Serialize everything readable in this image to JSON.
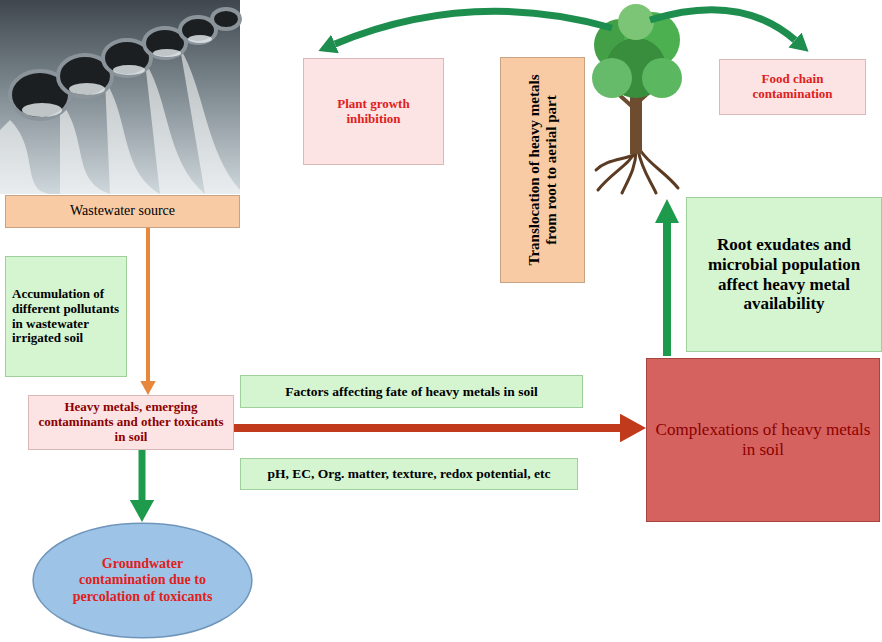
{
  "diagram": {
    "nodes": [
      {
        "text": [
          "Wastewater source"
        ]
      },
      {
        "text": [
          "Plant growth inhibition"
        ]
      },
      {
        "text": [
          "Translocation of heavy metals from root to aerial part"
        ]
      },
      {
        "text": [
          "Food chain contamination"
        ]
      },
      {
        "text": [
          "Root exudates and microbial population affect heavy metal availability"
        ]
      },
      {
        "text": [
          "Accumulation of different pollutants in wastewater irrigated soil"
        ]
      },
      {
        "text": [
          "Factors affecting fate of heavy metals in soil"
        ]
      },
      {
        "text": [
          "Complexations of heavy metals in soil"
        ]
      },
      {
        "text": [
          "Heavy metals, emerging contaminants and other toxicants in soil"
        ]
      },
      {
        "text": [
          "pH, EC, Org. matter, texture, redox potential, etc"
        ]
      },
      {
        "text": [
          "Groundwater contamination due to percolation of toxicants"
        ]
      }
    ],
    "edges": [
      {
        "from": 0,
        "to": 8,
        "arrow": "to"
      },
      {
        "from": 8,
        "to": 7,
        "arrow": "to"
      },
      {
        "from": 8,
        "to": 10,
        "arrow": "to"
      }
    ]
  }
}
